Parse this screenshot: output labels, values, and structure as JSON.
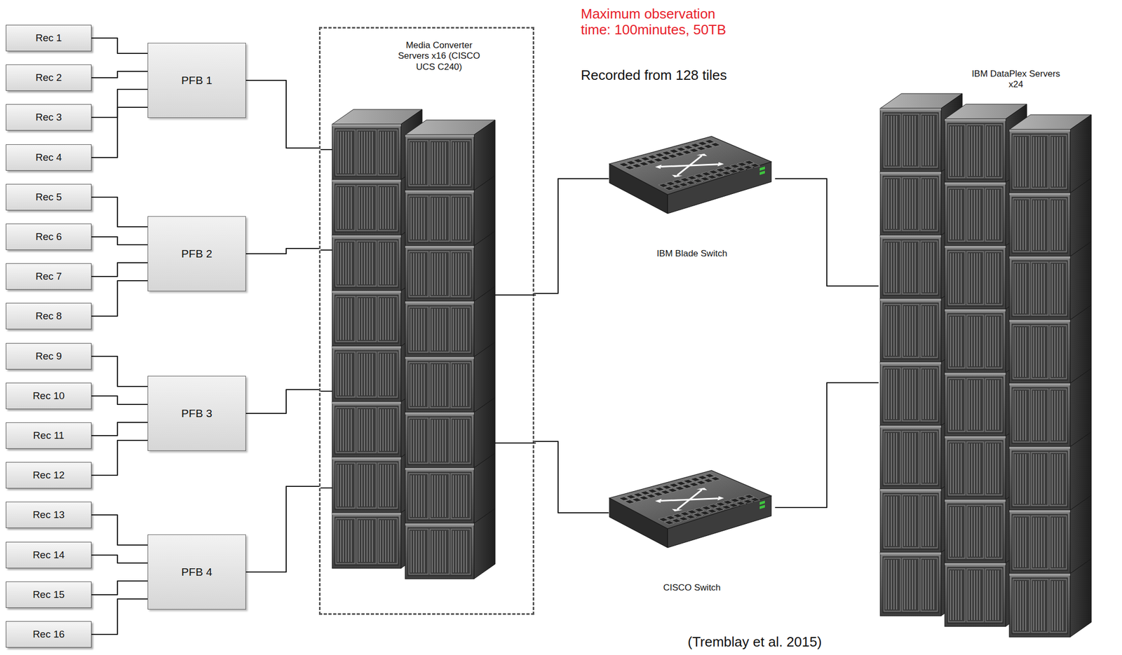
{
  "diagram": {
    "nodes": [
      {
        "text": [
          "Rec 1"
        ]
      },
      {
        "text": [
          "Rec 2"
        ]
      },
      {
        "text": [
          "Rec 3"
        ]
      },
      {
        "text": [
          "Rec 4"
        ]
      },
      {
        "text": [
          "Rec 5"
        ]
      },
      {
        "text": [
          "Rec 6"
        ]
      },
      {
        "text": [
          "Rec 7"
        ]
      },
      {
        "text": [
          "Rec 8"
        ]
      },
      {
        "text": [
          "Rec 9"
        ]
      },
      {
        "text": [
          "Rec 10"
        ]
      },
      {
        "text": [
          "Rec 11"
        ]
      },
      {
        "text": [
          "Rec 12"
        ]
      },
      {
        "text": [
          "Rec 13"
        ]
      },
      {
        "text": [
          "Rec 14"
        ]
      },
      {
        "text": [
          "Rec 15"
        ]
      },
      {
        "text": [
          "Rec 16"
        ]
      },
      {
        "text": [
          "PFB 1"
        ]
      },
      {
        "text": [
          "PFB 2"
        ]
      },
      {
        "text": [
          "PFB 3"
        ]
      },
      {
        "text": [
          "PFB 4"
        ]
      },
      {
        "text": [
          "Media Converter Servers x16 (CISCO UCS C240)"
        ]
      },
      {
        "text": [
          "IBM Blade Switch"
        ]
      },
      {
        "text": [
          "CISCO Switch"
        ]
      },
      {
        "text": [
          "IBM DataPlex Servers x24"
        ]
      }
    ],
    "edges": [
      {
        "from": 0,
        "to": 16,
        "arrow": "none"
      },
      {
        "from": 1,
        "to": 16,
        "arrow": "none"
      },
      {
        "from": 2,
        "to": 16,
        "arrow": "none"
      },
      {
        "from": 3,
        "to": 16,
        "arrow": "none"
      },
      {
        "from": 4,
        "to": 17,
        "arrow": "none"
      },
      {
        "from": 5,
        "to": 17,
        "arrow": "none"
      },
      {
        "from": 6,
        "to": 17,
        "arrow": "none"
      },
      {
        "from": 7,
        "to": 17,
        "arrow": "none"
      },
      {
        "from": 8,
        "to": 18,
        "arrow": "none"
      },
      {
        "from": 9,
        "to": 18,
        "arrow": "none"
      },
      {
        "from": 10,
        "to": 18,
        "arrow": "none"
      },
      {
        "from": 11,
        "to": 18,
        "arrow": "none"
      },
      {
        "from": 12,
        "to": 19,
        "arrow": "none"
      },
      {
        "from": 13,
        "to": 19,
        "arrow": "none"
      },
      {
        "from": 14,
        "to": 19,
        "arrow": "none"
      },
      {
        "from": 15,
        "to": 19,
        "arrow": "none"
      },
      {
        "from": 16,
        "to": 20,
        "arrow": "none"
      },
      {
        "from": 17,
        "to": 20,
        "arrow": "none"
      },
      {
        "from": 18,
        "to": 20,
        "arrow": "none"
      },
      {
        "from": 19,
        "to": 20,
        "arrow": "none"
      },
      {
        "from": 20,
        "to": 21,
        "arrow": "none"
      },
      {
        "from": 20,
        "to": 22,
        "arrow": "none"
      },
      {
        "from": 21,
        "to": 23,
        "arrow": "none"
      },
      {
        "from": 22,
        "to": 23,
        "arrow": "none"
      }
    ],
    "labels": [
      "Maximum observation time: 100minutes, 50TB",
      "Recorded from 128 tiles",
      "(Tremblay et al. 2015)"
    ]
  }
}
